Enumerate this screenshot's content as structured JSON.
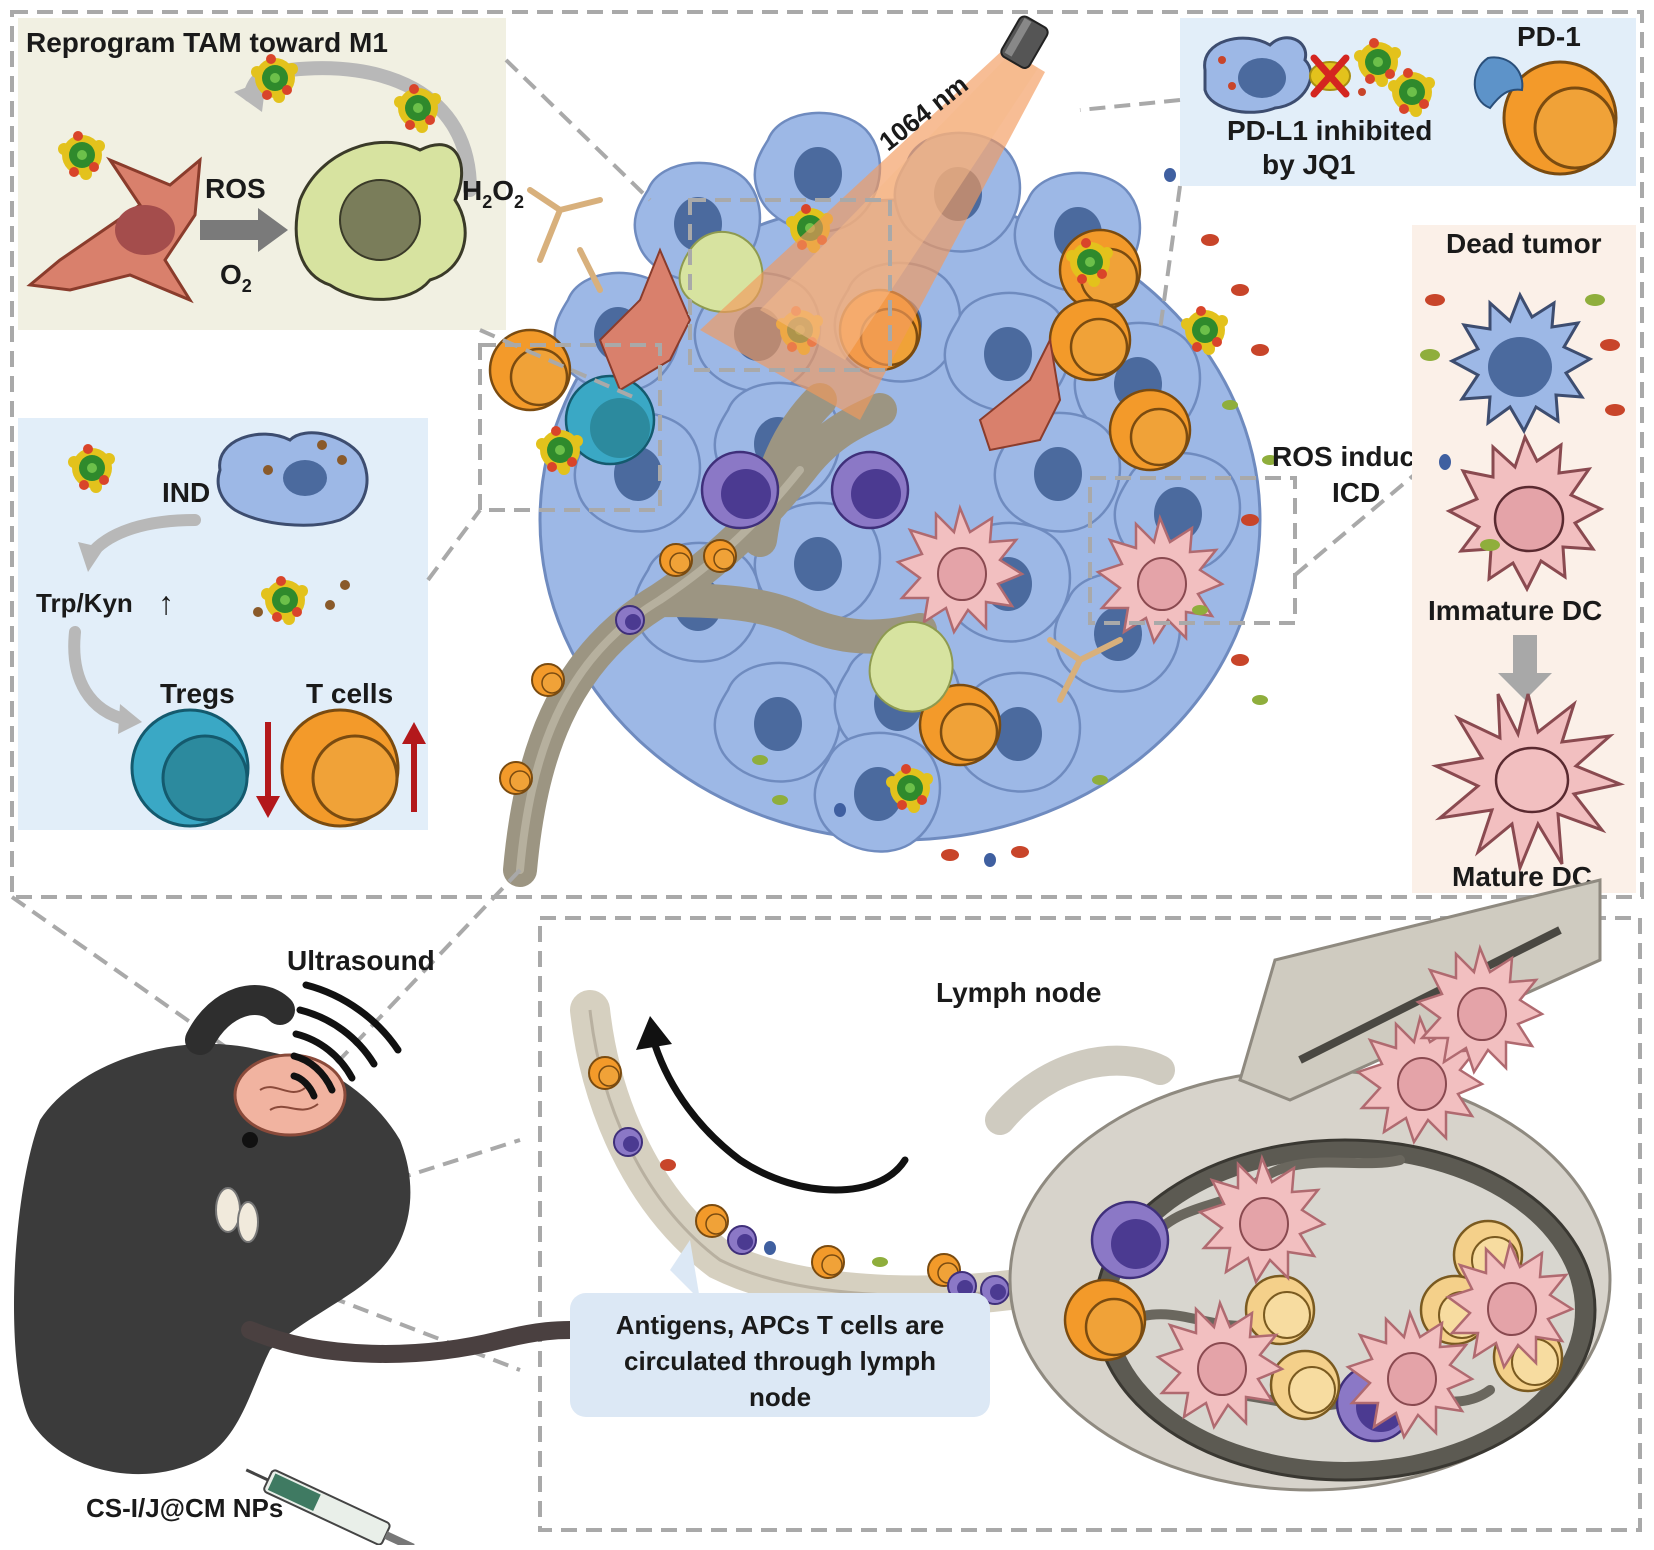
{
  "colors": {
    "tumor_cell": "#9db8e6",
    "tumor_nucleus": "#4b6a9e",
    "t_cell": "#f39a2a",
    "treg": "#3aa8c5",
    "m1_macrophage": "#d7e3a0",
    "m2_macrophage": "#d9806c",
    "dendritic_cell": "#f2bfc0",
    "panel_tan": "#f1f0e2",
    "panel_blue": "#e2eef9",
    "panel_peach": "#fbf0e8",
    "callout_blue": "#dce8f5",
    "mouse": "#3b3b3b",
    "vessel": "#9c9582",
    "laser": "#f29a5c",
    "arrow_red": "#b3181b",
    "dash": "#a9a9a9"
  },
  "icons": [
    "nanoparticle-icon",
    "laser-device-icon",
    "ultrasound-waves-icon",
    "syringe-icon",
    "mouse-icon",
    "inhibition-cross-icon"
  ],
  "panel_tam": {
    "title": "Reprogram TAM  toward M1",
    "ros": "ROS",
    "o2_main": "O",
    "o2_sub": "2",
    "h2o2_h": "H",
    "h2o2_sub1": "2",
    "h2o2_o": "O",
    "h2o2_sub2": "2"
  },
  "laser": {
    "wavelength": "1064 nm"
  },
  "panel_pdl1": {
    "line1": "PD-L1 inhibited",
    "line2": "by JQ1",
    "pd1": "PD-1"
  },
  "panel_ido": {
    "ind": "IND",
    "trp_kyn": "Trp/Kyn",
    "up_arrow": "↑",
    "tregs": "Tregs",
    "t_cells": "T cells",
    "tregs_change": "down",
    "t_cells_change": "up"
  },
  "icd": {
    "line1": "ROS induce",
    "line2": "ICD"
  },
  "panel_dc": {
    "dead_tumor": "Dead tumor",
    "immature_dc": "Immature DC",
    "mature_dc": "Mature DC"
  },
  "mouse_area": {
    "ultrasound": "Ultrasound",
    "nps": "CS-I/J@CM NPs"
  },
  "lymph": {
    "title": "Lymph node",
    "callout_line1": "Antigens, APCs T cells are",
    "callout_line2": "circulated through lymph",
    "callout_line3": "node"
  }
}
